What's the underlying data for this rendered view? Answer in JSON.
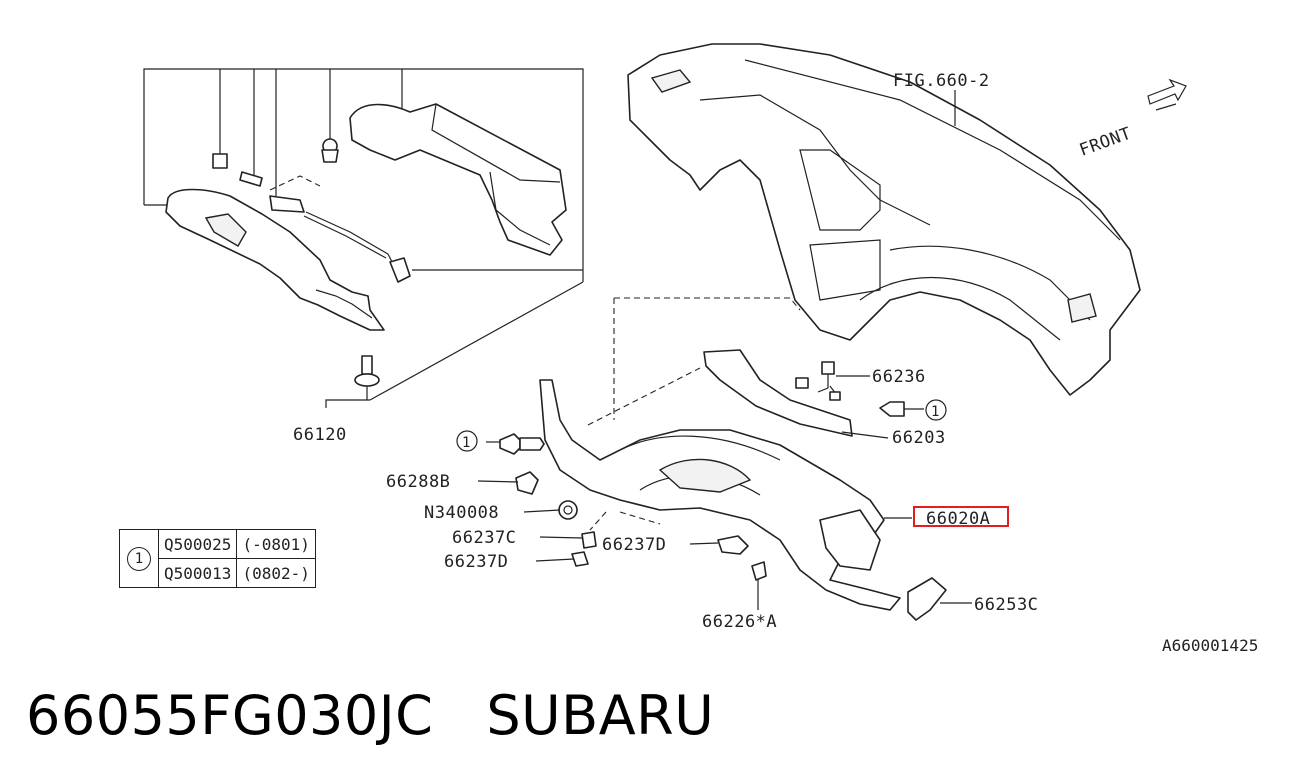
{
  "fig_ref": "FIG.660-2",
  "front_label": "FRONT",
  "parts": {
    "p66120": "66120",
    "p66236": "66236",
    "p66203": "66203",
    "p66288B": "66288B",
    "pN340008": "N340008",
    "p66237C": "66237C",
    "p66237D_right": "66237D",
    "p66237D_left": "66237D",
    "p66020A": "66020A",
    "p66226A": "66226*A",
    "p66253C": "66253C"
  },
  "callout_num": "1",
  "fastener_table": {
    "ref": "1",
    "rows": [
      {
        "part": "Q500025",
        "range": "(-0801)"
      },
      {
        "part": "Q500013",
        "range": "(0802-)"
      }
    ]
  },
  "highlight_color": "#e02020",
  "ref_code": "A660001425",
  "caption": "66055FG030JC   SUBARU"
}
